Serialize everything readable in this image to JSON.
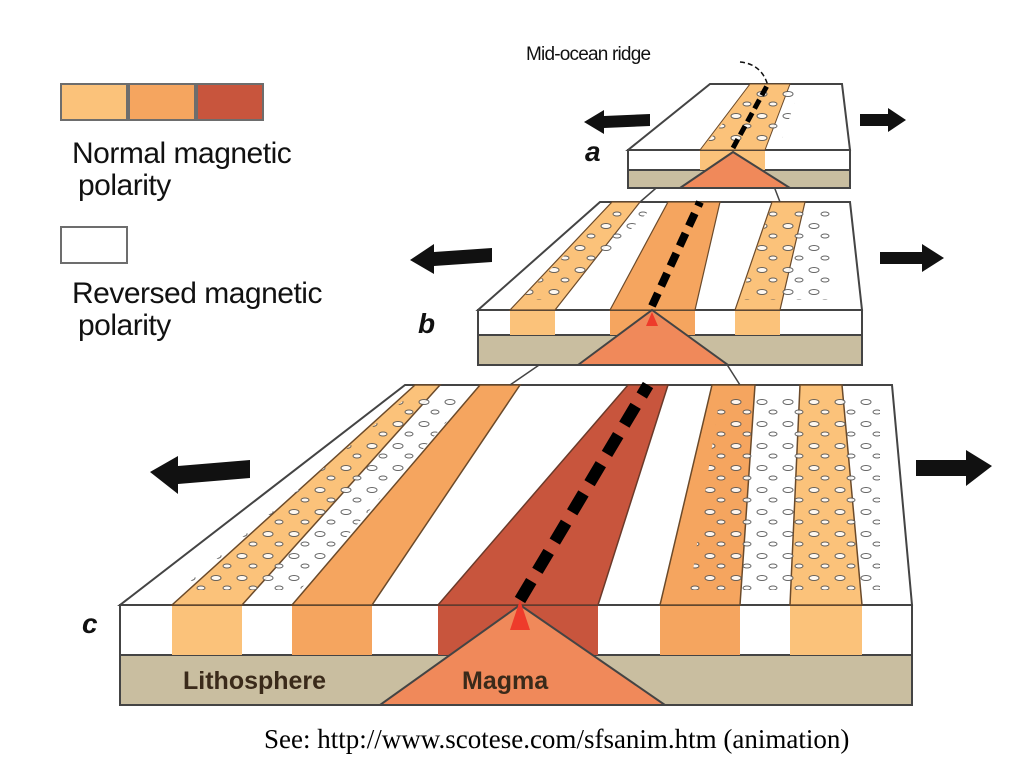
{
  "legend": {
    "normal_label": "Normal magnetic polarity",
    "normal_line1": "Normal magnetic",
    "normal_line2": "polarity",
    "reversed_label": "Reversed magnetic polarity",
    "reversed_line1": "Reversed magnetic",
    "reversed_line2": "polarity",
    "normal_colors": [
      "#fbc27a",
      "#f5a55f",
      "#c8553d"
    ],
    "reversed_color": "#ffffff"
  },
  "labels": {
    "ridge": "Mid-ocean ridge",
    "block_a": "a",
    "block_b": "b",
    "block_c": "c",
    "lithosphere": "Lithosphere",
    "magma": "Magma"
  },
  "colors": {
    "stripe_light": "#fbc27a",
    "stripe_mid": "#f5a55f",
    "stripe_dark": "#c8553d",
    "lithosphere": "#c9bea0",
    "magma": "#f0895a",
    "magma_hot": "#ee3b2b"
  },
  "footer": {
    "text": "See:  http://www.scotese.com/sfsanim.htm (animation)"
  }
}
